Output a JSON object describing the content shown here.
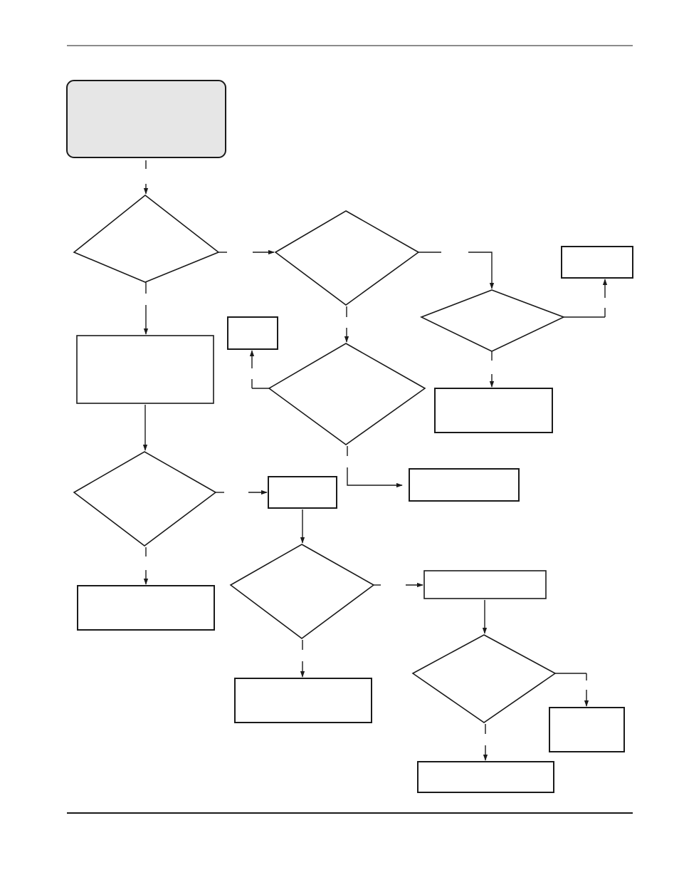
{
  "page": {
    "background": "#ffffff",
    "line_color": "#1a1a1a",
    "start_fill": "#e6e6e6"
  },
  "flowchart": {
    "start": {
      "label": ""
    },
    "decisions": [
      {
        "id": "d1",
        "label": ""
      },
      {
        "id": "d2",
        "label": ""
      },
      {
        "id": "d3",
        "label": ""
      },
      {
        "id": "d4",
        "label": ""
      },
      {
        "id": "d5",
        "label": ""
      },
      {
        "id": "d6",
        "label": ""
      },
      {
        "id": "d7",
        "label": ""
      }
    ],
    "processes": [
      {
        "id": "p1",
        "label": ""
      },
      {
        "id": "p2",
        "label": ""
      },
      {
        "id": "p3",
        "label": ""
      },
      {
        "id": "p4",
        "label": ""
      },
      {
        "id": "p5",
        "label": ""
      },
      {
        "id": "p6",
        "label": ""
      },
      {
        "id": "p7",
        "label": ""
      },
      {
        "id": "p8",
        "label": ""
      },
      {
        "id": "p9",
        "label": ""
      },
      {
        "id": "p10",
        "label": ""
      },
      {
        "id": "p11",
        "label": ""
      },
      {
        "id": "p12",
        "label": ""
      }
    ],
    "connectors": [
      {
        "from": "start",
        "to": "d1"
      },
      {
        "from": "d1",
        "to": "d2"
      },
      {
        "from": "d1",
        "to": "p1"
      },
      {
        "from": "d2",
        "to": "d3"
      },
      {
        "from": "d2",
        "to": "d4"
      },
      {
        "from": "d3",
        "to": "p2"
      },
      {
        "from": "d3",
        "to": "p3"
      },
      {
        "from": "d4",
        "to": "p4"
      },
      {
        "from": "d4",
        "to": "p5"
      },
      {
        "from": "p1",
        "to": "d5"
      },
      {
        "from": "d5",
        "to": "p6"
      },
      {
        "from": "d5",
        "to": "p7"
      },
      {
        "from": "p6",
        "to": "d6"
      },
      {
        "from": "d6",
        "to": "p8"
      },
      {
        "from": "d6",
        "to": "p9"
      },
      {
        "from": "p8",
        "to": "d7"
      },
      {
        "from": "d7",
        "to": "p10"
      },
      {
        "from": "d7",
        "to": "p11"
      }
    ]
  }
}
